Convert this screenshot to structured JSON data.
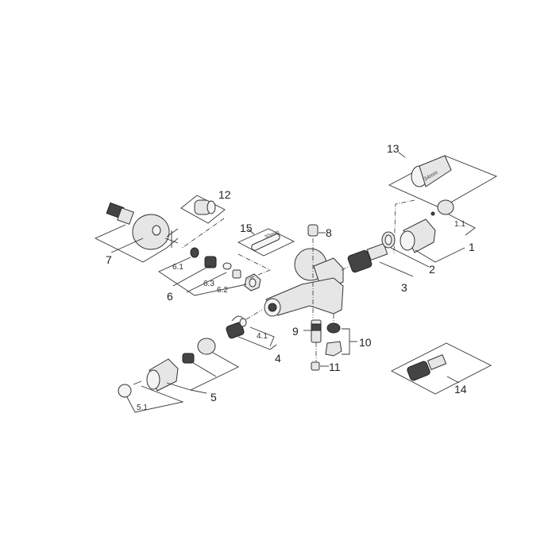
{
  "labels": {
    "p1": "1",
    "p1_1": "1.1",
    "p2": "2",
    "p3": "3",
    "p4": "4",
    "p4_1": "4.1",
    "p5": "5",
    "p5_1": "5.1",
    "p6": "6",
    "p6_1": "6.1",
    "p6_2": "6.2",
    "p6_3": "6.3",
    "p7": "7",
    "p8": "8",
    "p9": "9",
    "p10": "10",
    "p11": "11",
    "p12": "12",
    "p13": "13",
    "p14": "14",
    "p15": "15"
  },
  "dimensions": {
    "wrench": "30mm",
    "tool13": "34mm"
  }
}
